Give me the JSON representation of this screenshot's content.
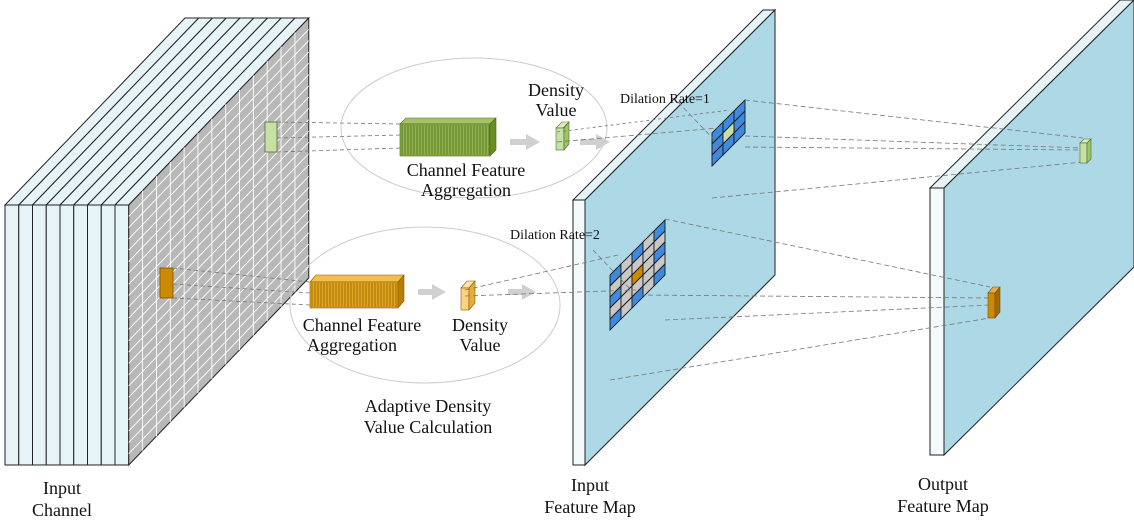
{
  "labels": {
    "input_channel_1": "Input",
    "input_channel_2": "Channel",
    "input_feature_map_1": "Input",
    "input_feature_map_2": "Feature Map",
    "output_feature_map_1": "Output",
    "output_feature_map_2": "Feature Map",
    "density_value_top_1": "Density",
    "density_value_top_2": "Value",
    "density_value_bottom_1": "Density",
    "density_value_bottom_2": "Value",
    "cfa_top_1": "Channel Feature",
    "cfa_top_2": "Aggregation",
    "cfa_bottom_1": "Channel Feature",
    "cfa_bottom_2": "Aggregation",
    "dilation_rate_1": "Dilation Rate=1",
    "dilation_rate_2": "Dilation Rate=2",
    "adaptive_1": "Adaptive Density",
    "adaptive_2": "Value Calculation"
  },
  "colors": {
    "map_fill": "#add8e6",
    "slice_fill": "#e6f4f8",
    "grid_fill": "#b8b8b8",
    "green_dark": "#6b8e23",
    "green_light": "#c5e1a5",
    "orange_dark": "#cc8a00",
    "orange_light": "#ffd27f",
    "blue_cell": "#3d8be0",
    "gray_cell": "#c8c8c8"
  }
}
